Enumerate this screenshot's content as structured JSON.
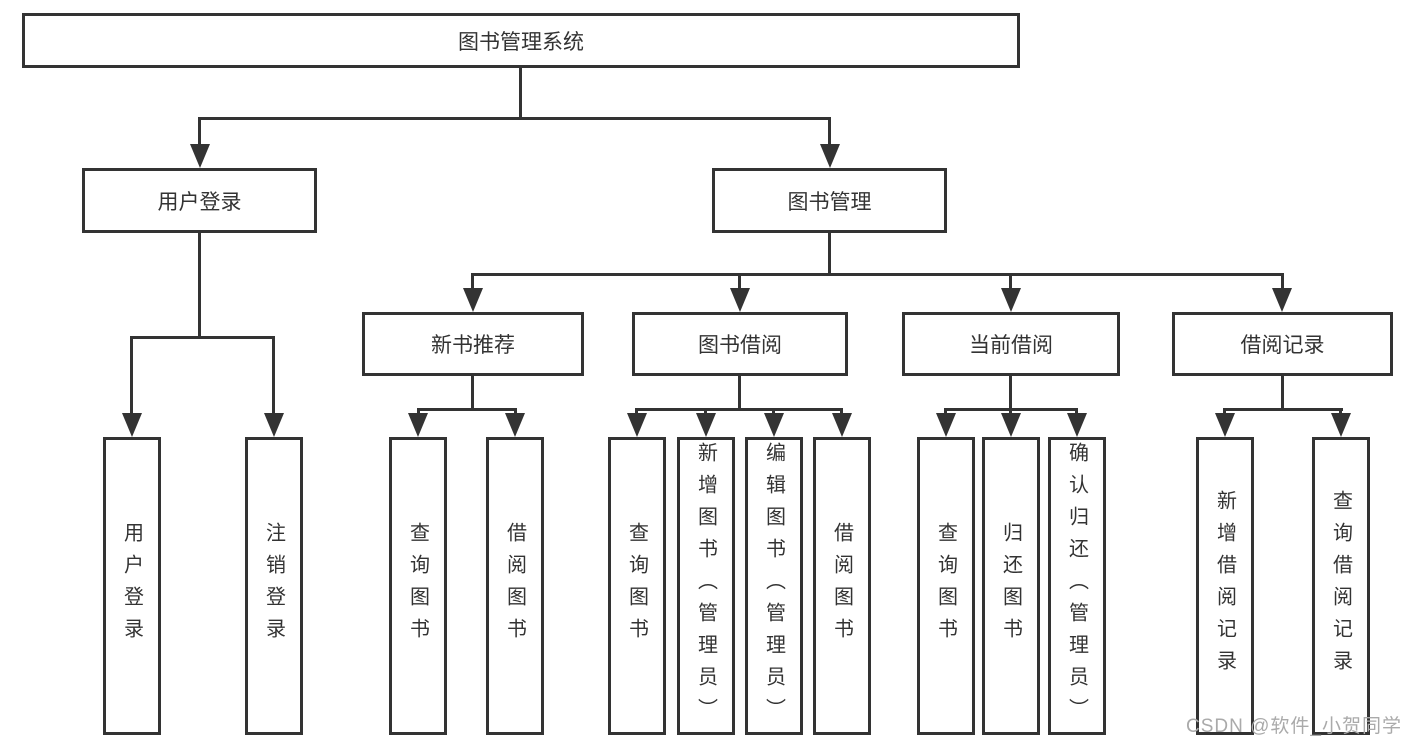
{
  "diagram": {
    "root": "图书管理系统",
    "level1": [
      "用户登录",
      "图书管理"
    ],
    "level2": [
      "新书推荐",
      "图书借阅",
      "当前借阅",
      "借阅记录"
    ],
    "leaves_group1": [
      "用户登录",
      "注销登录"
    ],
    "leaves_group2": [
      "查询图书",
      "借阅图书"
    ],
    "leaves_group3": [
      "查询图书",
      "新增图书（管理员）",
      "编辑图书（管理员）",
      "借阅图书"
    ],
    "leaves_group4": [
      "查询图书",
      "归还图书",
      "确认归还（管理员）"
    ],
    "leaves_group5": [
      "新增借阅记录",
      "查询借阅记录"
    ]
  },
  "watermark": "CSDN @软件_小贺同学",
  "colors": {
    "line": "#333333",
    "text": "#333333",
    "background": "#ffffff",
    "watermark": "#aaaaaa"
  }
}
